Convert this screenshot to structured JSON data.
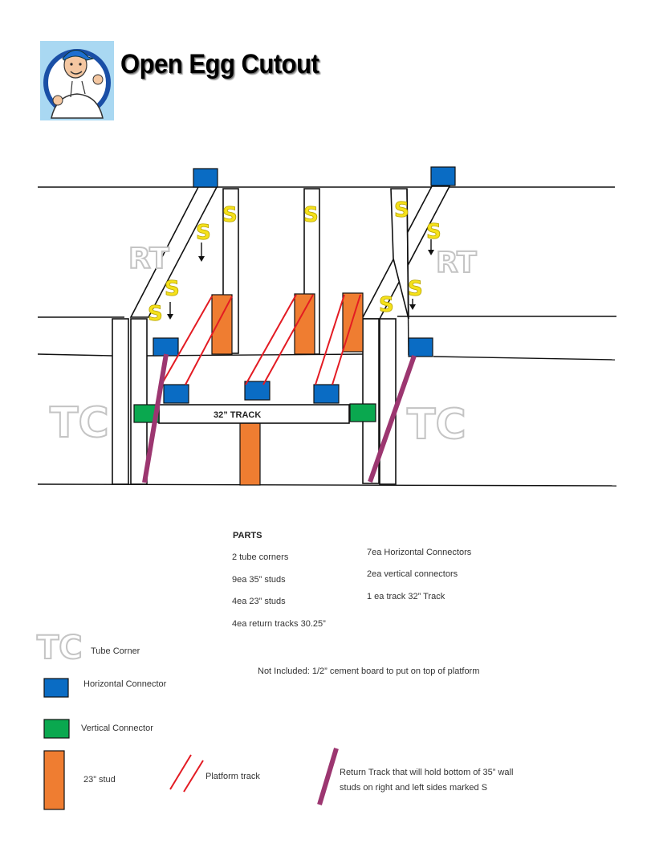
{
  "header": {
    "title": "Open Egg Cutout"
  },
  "diagram": {
    "track_label": "32” TRACK",
    "tube_corner_mark": "TC",
    "return_track_mark": "RT",
    "stud_mark": "S"
  },
  "parts": {
    "heading": "PARTS",
    "left_column": [
      "2 tube corners",
      "9ea 35” studs",
      "4ea 23” studs",
      "4ea return tracks 30.25”"
    ],
    "right_column": [
      "7ea Horizontal Connectors",
      "2ea vertical connectors",
      "1 ea track 32” Track"
    ],
    "not_included": "Not Included: 1/2” cement board to put on top of platform"
  },
  "legend": {
    "tube_corner": "Tube Corner",
    "horizontal_connector": "Horizontal Connector",
    "vertical_connector": "Vertical Connector",
    "stud_23": "23” stud",
    "platform_track": "Platform track",
    "return_track_line1": "Return Track that will hold bottom of 35” wall",
    "return_track_line2": "studs on right and left sides marked S"
  },
  "colors": {
    "horizontal_connector": "#0a6cc4",
    "vertical_connector": "#0aa84f",
    "stud_23": "#ef7d31",
    "platform_track": "#e31b23",
    "return_track": "#9c3670",
    "stud_mark": "#f5e11a"
  }
}
